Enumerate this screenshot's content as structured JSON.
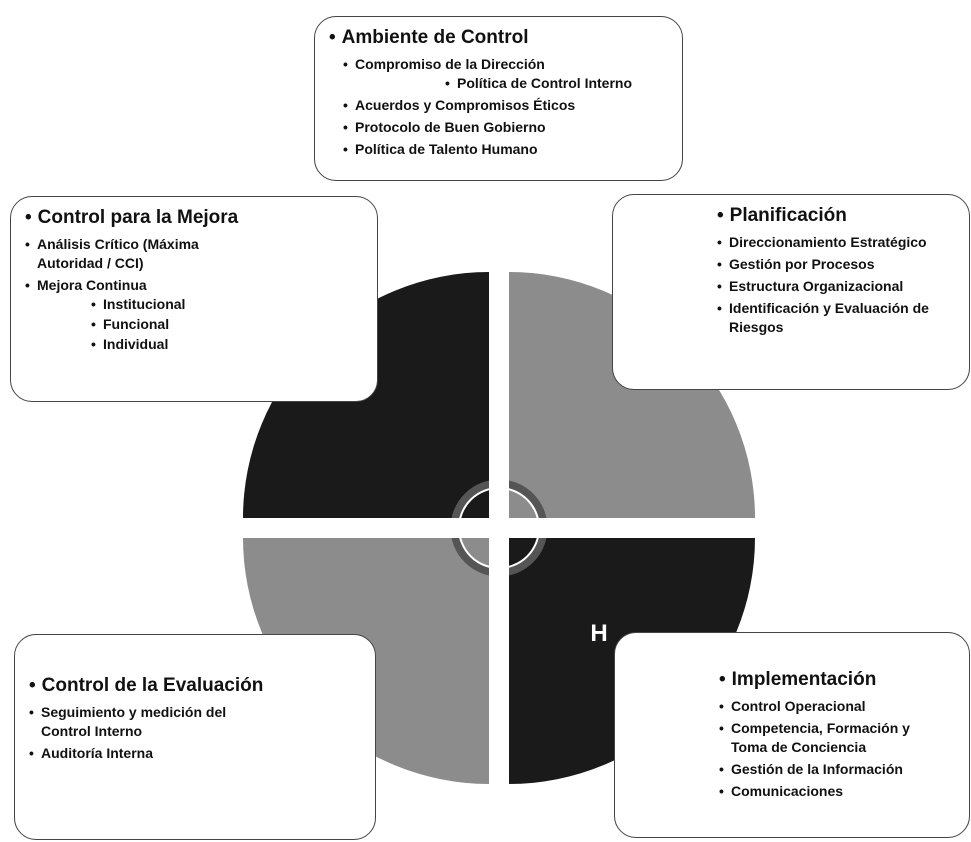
{
  "colors": {
    "dark_quadrant": "#1a1a1a",
    "light_quadrant": "#8c8c8c",
    "text": "#111111",
    "box_border": "#444444"
  },
  "wheel": {
    "quadrant_letter": "H"
  },
  "ambiente": {
    "title": "Ambiente de Control",
    "item_1": "Compromiso de la Dirección",
    "item_1_sub_1": "Política de Control Interno",
    "item_2": "Acuerdos y Compromisos Éticos",
    "item_3": "Protocolo de Buen Gobierno",
    "item_4": "Política de Talento Humano"
  },
  "mejora": {
    "title": "Control para la Mejora",
    "item_1": "Análisis Crítico (Máxima Autoridad / CCI)",
    "item_2": "Mejora Continua",
    "item_2_sub_1": "Institucional",
    "item_2_sub_2": "Funcional",
    "item_2_sub_3": "Individual"
  },
  "planificacion": {
    "title": "Planificación",
    "item_1": "Direccionamiento Estratégico",
    "item_2": "Gestión por Procesos",
    "item_3": "Estructura Organizacional",
    "item_4": "Identificación y Evaluación de Riesgos"
  },
  "evaluacion": {
    "title": "Control de la Evaluación",
    "item_1": "Seguimiento y medición del Control Interno",
    "item_2": "Auditoría Interna"
  },
  "implementacion": {
    "title": "Implementación",
    "item_1": "Control Operacional",
    "item_2": "Competencia, Formación y Toma de Conciencia",
    "item_3": "Gestión de la Información",
    "item_4": "Comunicaciones"
  }
}
